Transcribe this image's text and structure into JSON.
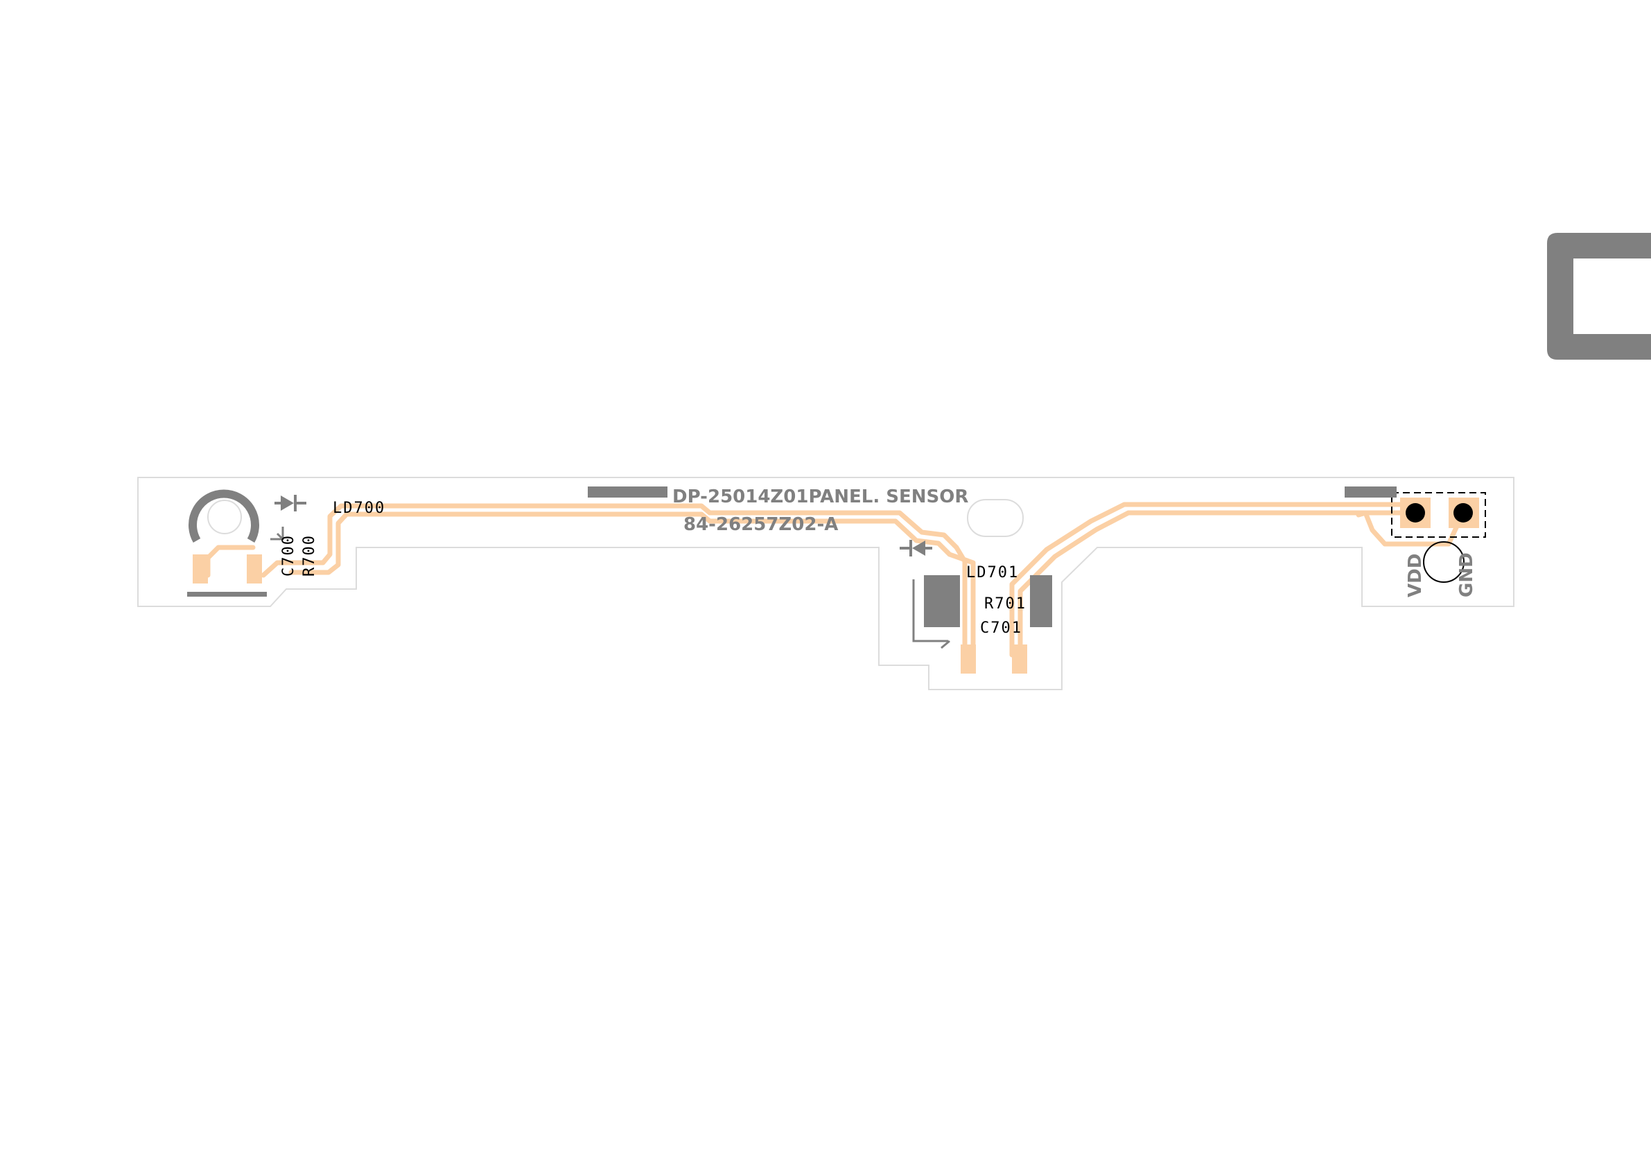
{
  "board": {
    "title": "DP-25014Z01PANEL. SENSOR",
    "part_number": "84-26257Z02-A"
  },
  "labels": {
    "ld700": "LD700",
    "c700": "C700",
    "r700": "R700",
    "ld701": "LD701",
    "r701": "R701",
    "c701": "C701",
    "vdd": "VDD",
    "gnd": "GND"
  },
  "colors": {
    "background": "#ffffff",
    "copper": "#fbd0a5",
    "silkscreen": "#808080",
    "outline": "#dcdcdc",
    "pad_hole": "#000000"
  }
}
